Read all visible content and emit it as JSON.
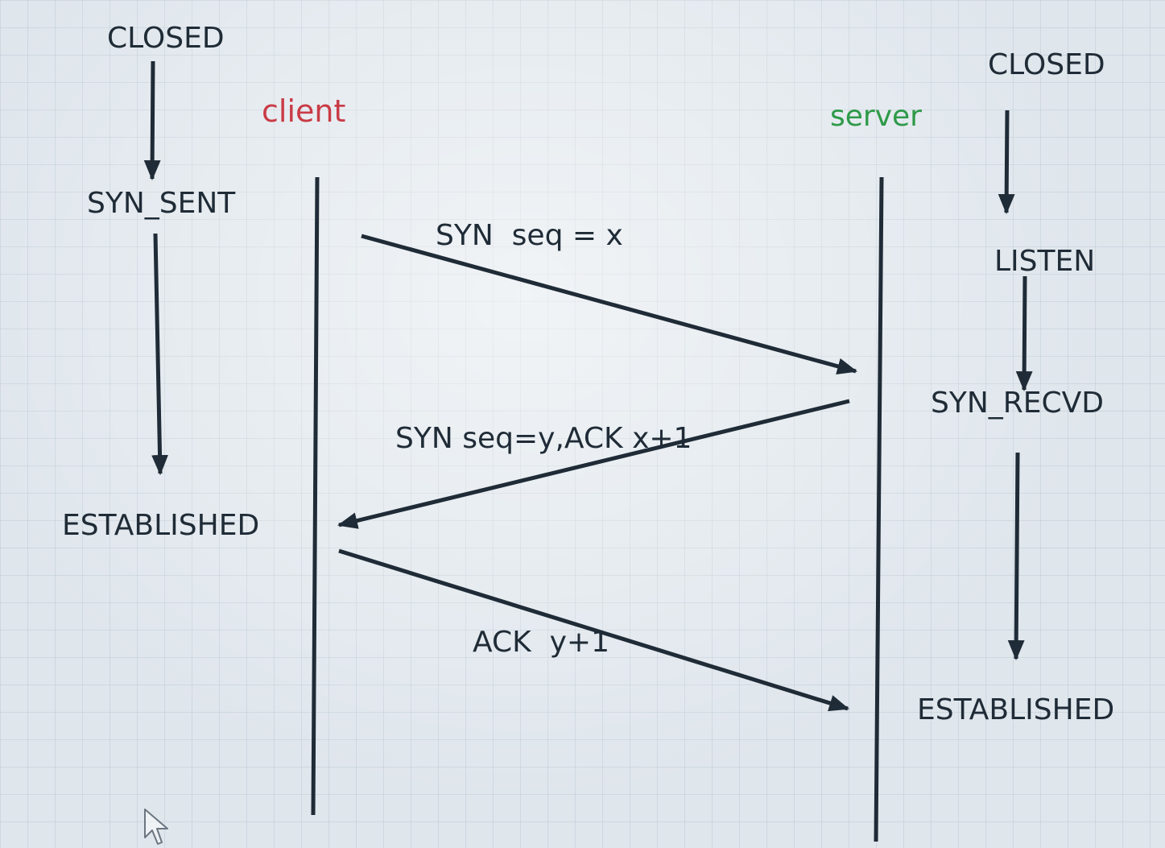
{
  "client": {
    "name": "client",
    "name_color": "#c93b45",
    "states": [
      "CLOSED",
      "SYN_SENT",
      "ESTABLISHED"
    ]
  },
  "server": {
    "name": "server",
    "name_color": "#2e9a49",
    "states": [
      "CLOSED",
      "LISTEN",
      "SYN_RECVD",
      "ESTABLISHED"
    ]
  },
  "messages": [
    {
      "label": "SYN  seq = x",
      "direction": "client-to-server"
    },
    {
      "label": "SYN seq=y,ACK x+1",
      "direction": "server-to-client"
    },
    {
      "label": "ACK  y+1",
      "direction": "client-to-server"
    }
  ],
  "colors": {
    "ink": "#1f2b36",
    "paper": "#dfe6ec"
  },
  "icons": [
    "mouse-cursor-icon"
  ]
}
